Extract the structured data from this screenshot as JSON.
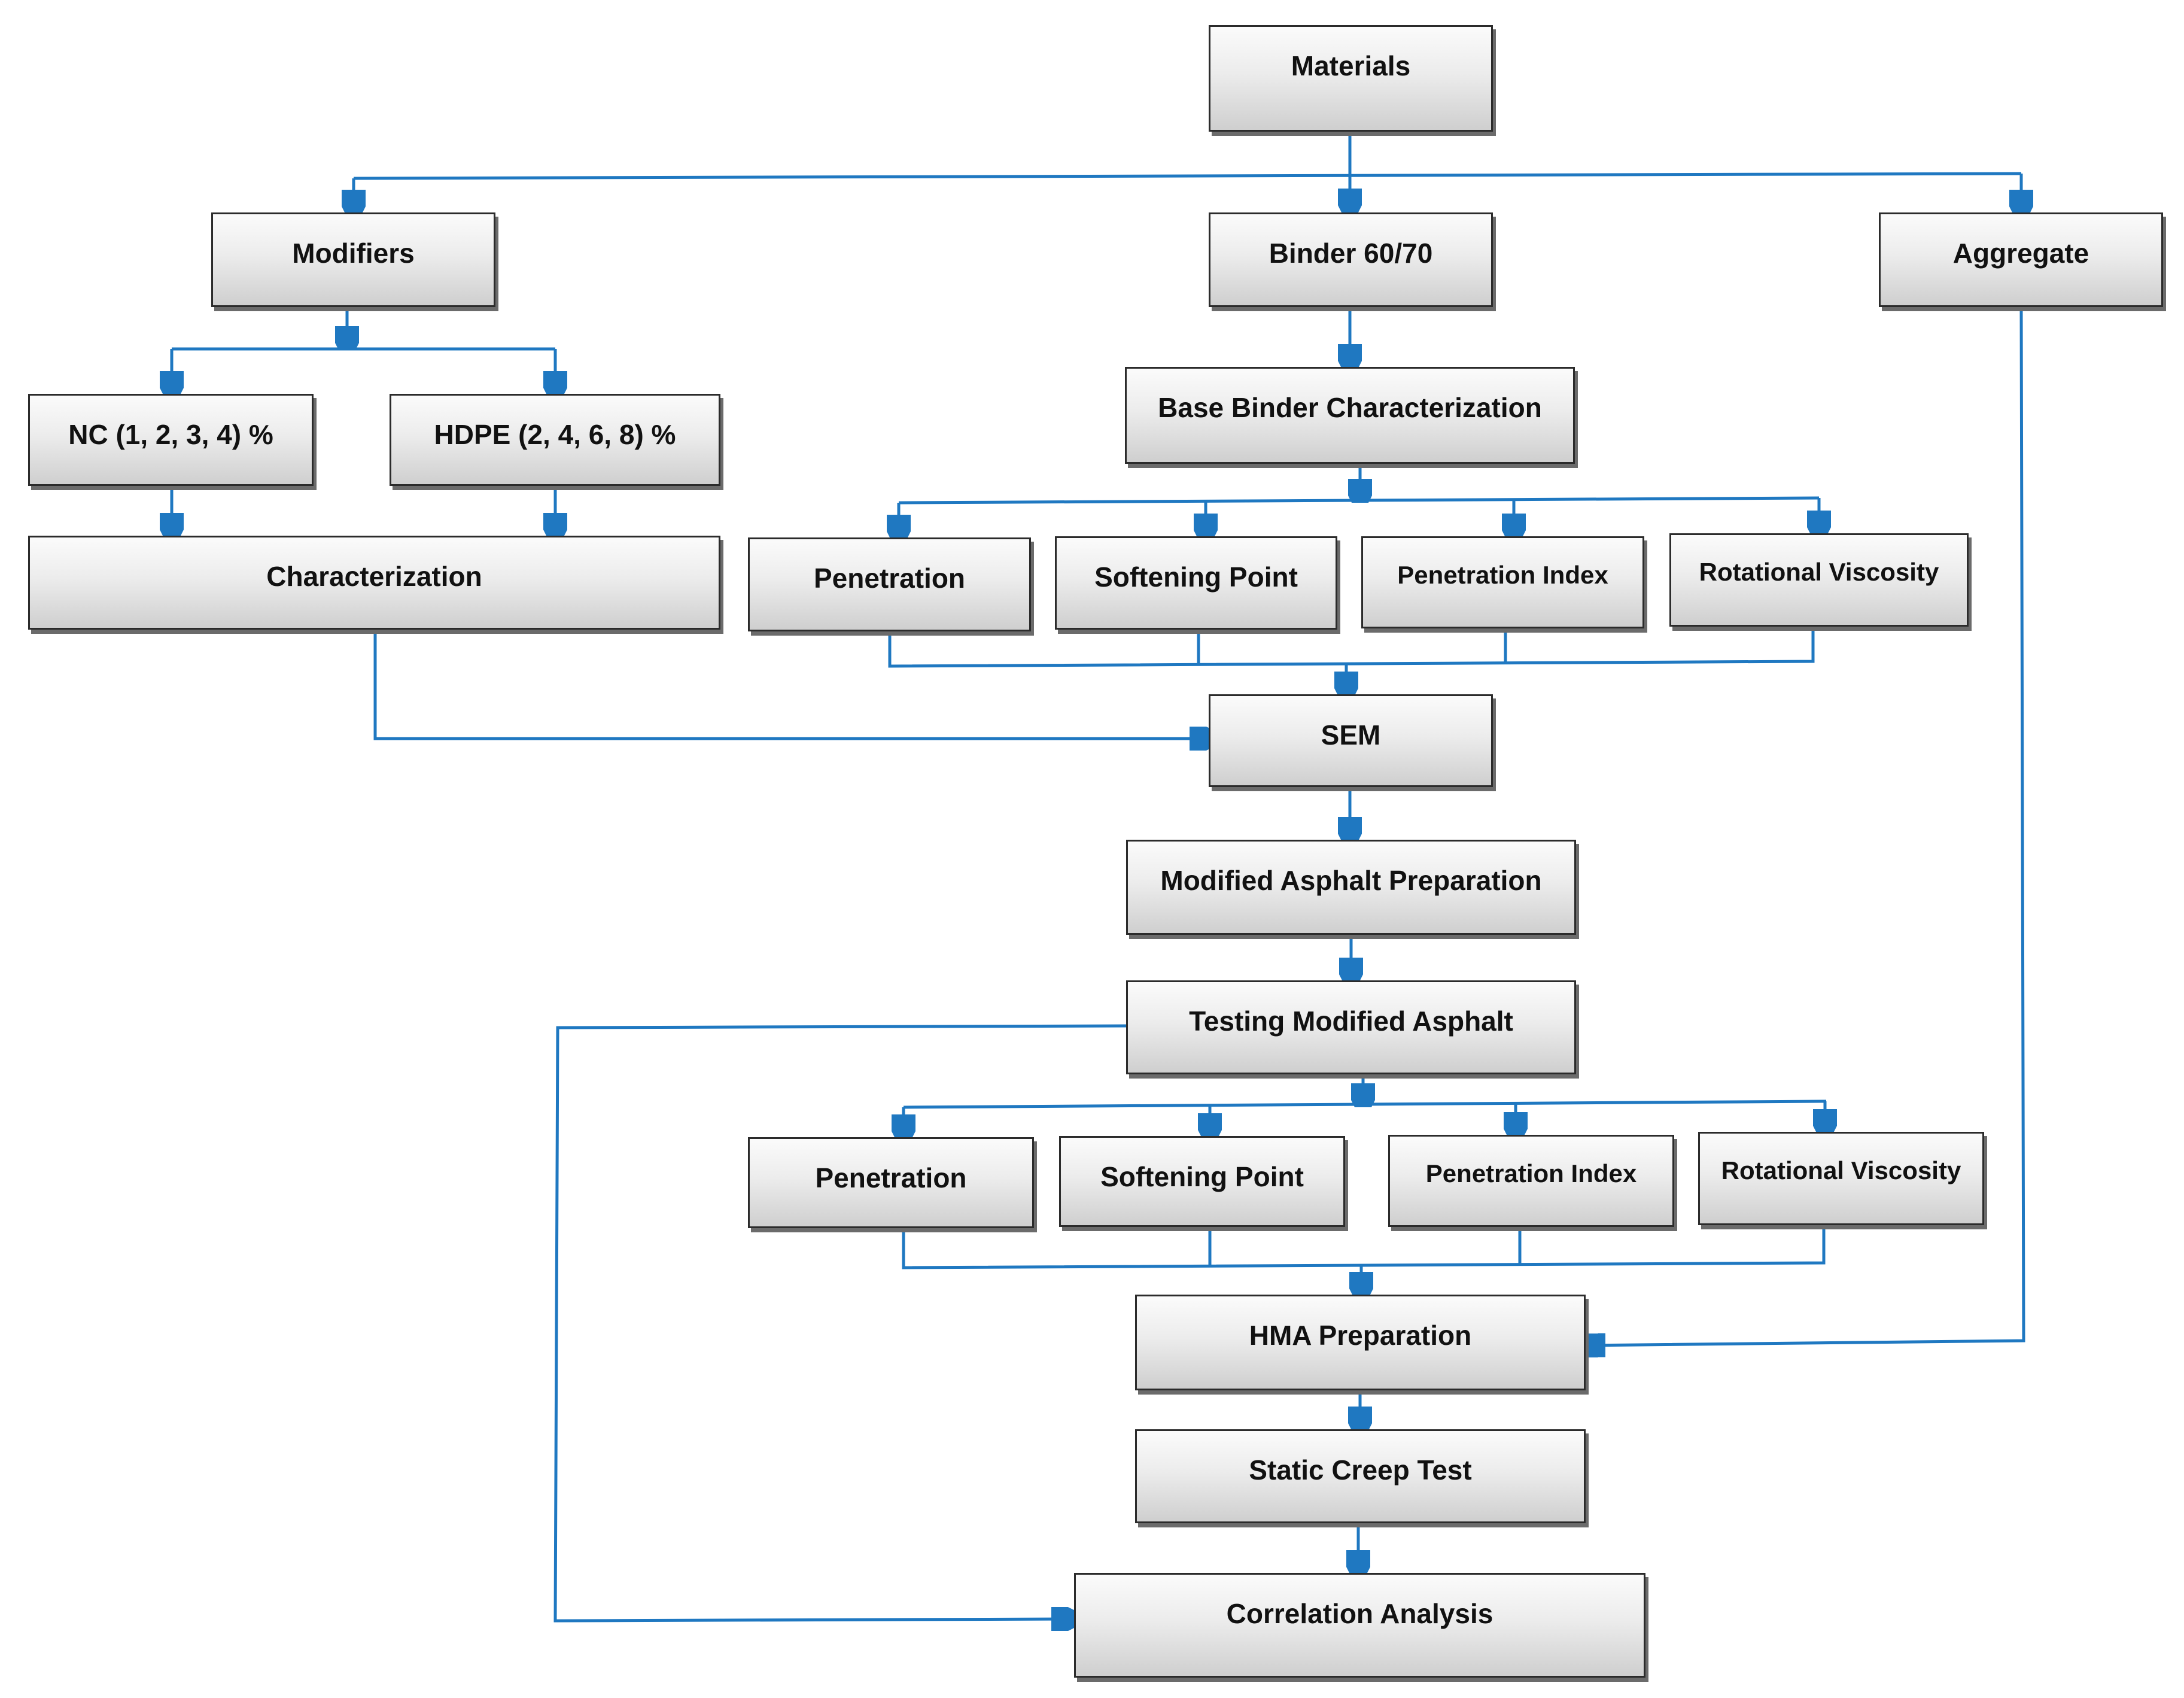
{
  "diagram": {
    "nodes": {
      "materials": "Materials",
      "modifiers": "Modifiers",
      "binder": "Binder 60/70",
      "aggregate": "Aggregate",
      "nc": "NC (1, 2, 3, 4) %",
      "hdpe": "HDPE (2, 4, 6, 8) %",
      "base_char": "Base Binder Characterization",
      "characterization": "Characterization",
      "penetration_1": "Penetration",
      "softening_1": "Softening Point",
      "pen_index_1": "Penetration Index",
      "rot_visc_1": "Rotational Viscosity",
      "sem": "SEM",
      "mod_prep": "Modified Asphalt Preparation",
      "testing": "Testing Modified Asphalt",
      "penetration_2": "Penetration",
      "softening_2": "Softening Point",
      "pen_index_2": "Penetration Index",
      "rot_visc_2": "Rotational Viscosity",
      "hma": "HMA Preparation",
      "creep": "Static Creep Test",
      "correlation": "Correlation Analysis"
    },
    "colors": {
      "connector": "#1f78c1",
      "box_border": "#2b2b2b",
      "box_fill_top": "#fbfbfb",
      "box_fill_bottom": "#cfcfcf"
    }
  }
}
